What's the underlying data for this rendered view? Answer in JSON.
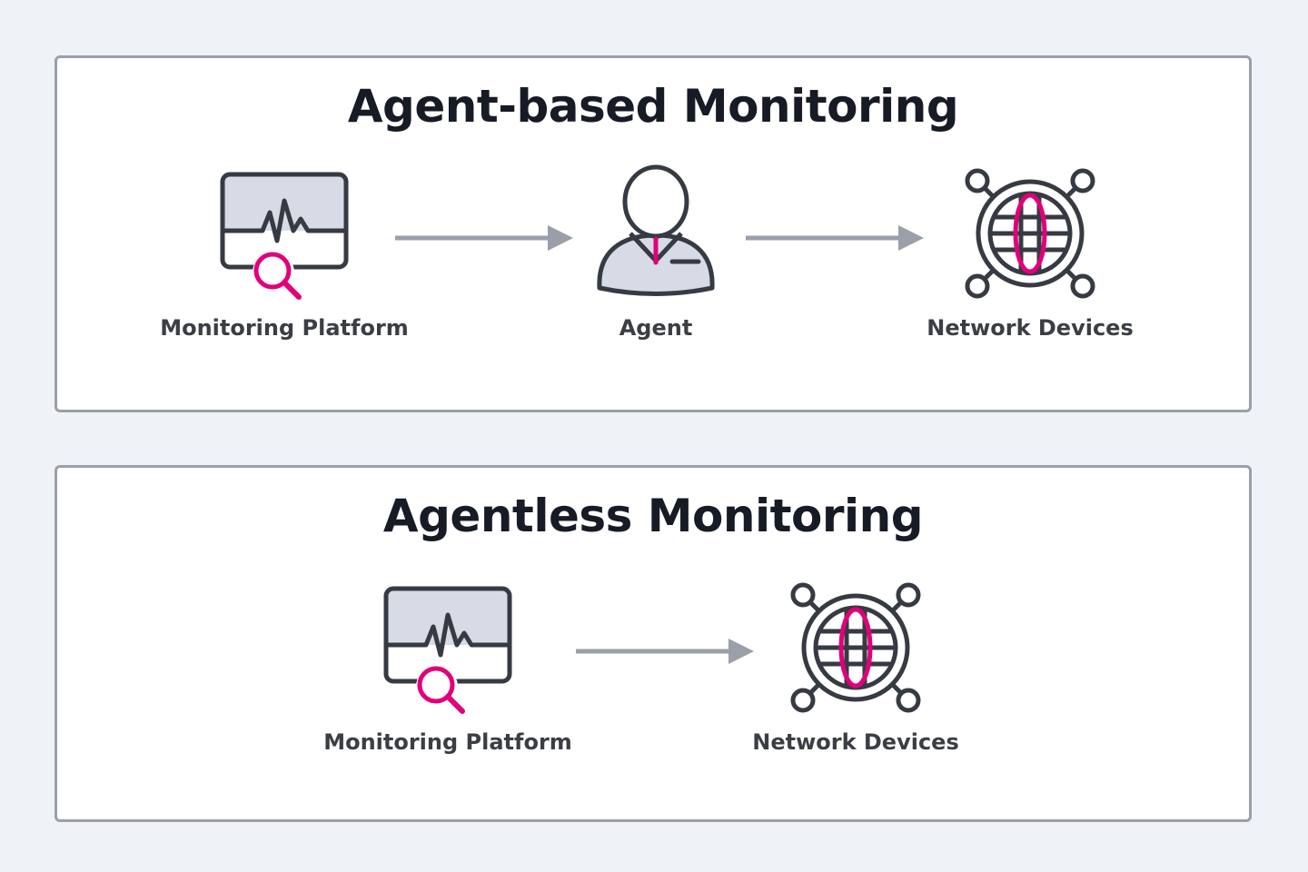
{
  "agent_based": {
    "title": "Agent-based Monitoring",
    "nodes": [
      {
        "label": "Monitoring Platform",
        "icon": "monitor-search-icon"
      },
      {
        "label": "Agent",
        "icon": "person-agent-icon"
      },
      {
        "label": "Network Devices",
        "icon": "network-globe-icon"
      }
    ]
  },
  "agentless": {
    "title": "Agentless Monitoring",
    "nodes": [
      {
        "label": "Monitoring Platform",
        "icon": "monitor-search-icon"
      },
      {
        "label": "Network Devices",
        "icon": "network-globe-icon"
      }
    ]
  },
  "colors": {
    "background": "#eff2f7",
    "panel_border": "#9a9fa9",
    "accent": "#e0007a",
    "icon_stroke": "#363a42",
    "icon_fill": "#d6dbe6",
    "arrow": "#9a9fa9",
    "title": "#161b26"
  }
}
